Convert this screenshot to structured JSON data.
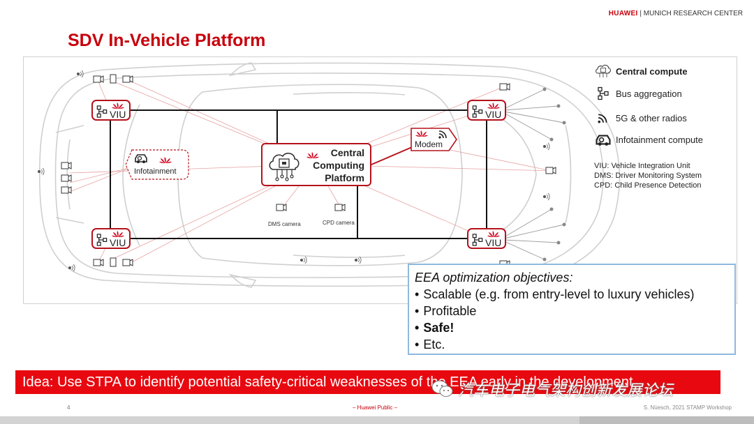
{
  "header": {
    "brand": "HUAWEI",
    "separator": "|",
    "center": "MUNICH RESEARCH CENTER",
    "title": "SDV In-Vehicle Platform"
  },
  "diagram": {
    "viu_label": "VIU",
    "central_lines": [
      "Central",
      "Computing",
      "Platform"
    ],
    "modem_label": "Modem",
    "infotainment_label": "Infotainment",
    "dms_camera": "DMS camera",
    "cpd_camera": "CPD camera"
  },
  "legend": {
    "items": [
      {
        "icon": "cloud-chip-icon",
        "label": "Central compute",
        "bold": true
      },
      {
        "icon": "bus-aggregation-icon",
        "label": "Bus aggregation",
        "bold": false
      },
      {
        "icon": "radio-signal-icon",
        "label": "5G & other radios",
        "bold": false
      },
      {
        "icon": "infotainment-car-icon",
        "label": "Infotainment compute",
        "bold": false
      }
    ],
    "abbreviations": [
      "VIU: Vehicle Integration Unit",
      "DMS: Driver Monitoring System",
      "CPD: Child Presence Detection"
    ]
  },
  "objectives": {
    "heading": "EEA optimization objectives:",
    "items": [
      {
        "text": "Scalable (e.g. from entry-level to luxury vehicles)",
        "bold": false
      },
      {
        "text": "Profitable",
        "bold": false
      },
      {
        "text": "Safe!",
        "bold": true
      },
      {
        "text": "Etc.",
        "bold": false
      }
    ]
  },
  "idea": "Idea: Use STPA to identify potential safety-critical weaknesses of the EEA early in the development",
  "watermark": "汽车电子电气架构创新发展论坛",
  "footer": {
    "page": "4",
    "classification": "– Huawei Public –",
    "author": "S. Nüesch, 2021 STAMP Workshop"
  },
  "colors": {
    "accent_red": "#c7000b",
    "box_red": "#b5121b",
    "banner_red": "#e8080f",
    "objectives_border": "#8fb8de"
  }
}
